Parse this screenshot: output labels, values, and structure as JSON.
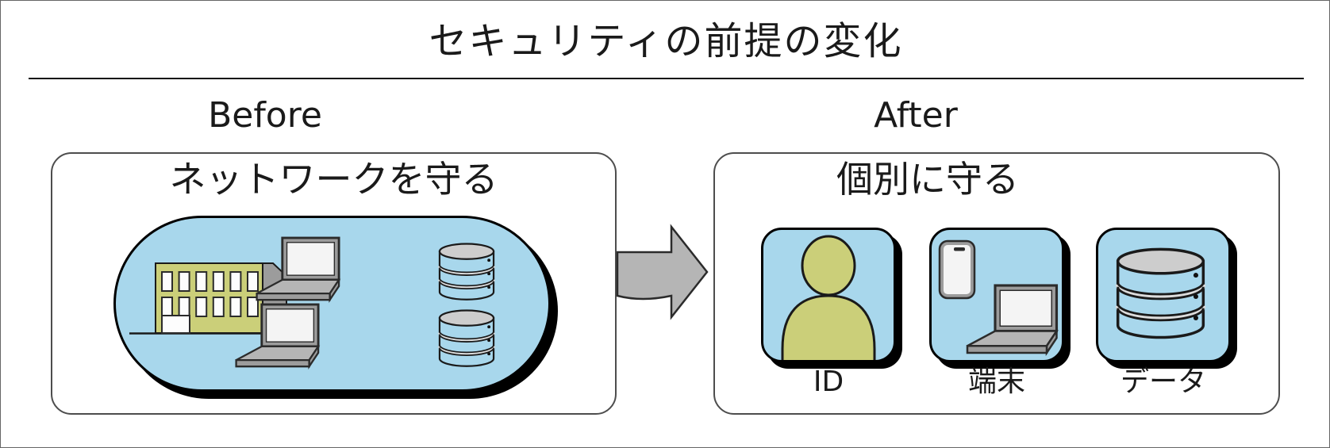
{
  "title": "セキュリティの前提の変化",
  "before": {
    "heading": "Before",
    "panel_title": "ネットワークを守る",
    "icons": [
      "office-building",
      "laptop",
      "laptop",
      "database",
      "database"
    ]
  },
  "after": {
    "heading": "After",
    "panel_title": "個別に守る",
    "tiles": [
      {
        "label": "ID",
        "icon": "person"
      },
      {
        "label": "端末",
        "icon": "smartphone-laptop"
      },
      {
        "label": "データ",
        "icon": "database"
      }
    ]
  },
  "arrow": {
    "direction": "right"
  },
  "colors": {
    "highlight_blue": "#a8d7ec",
    "olive": "#cbcf79",
    "arrow_gray": "#b5b5b5",
    "cylinder_top_gray": "#cdcdcd",
    "panel_border": "#4d4d4d",
    "ink": "#1a1a1a"
  }
}
